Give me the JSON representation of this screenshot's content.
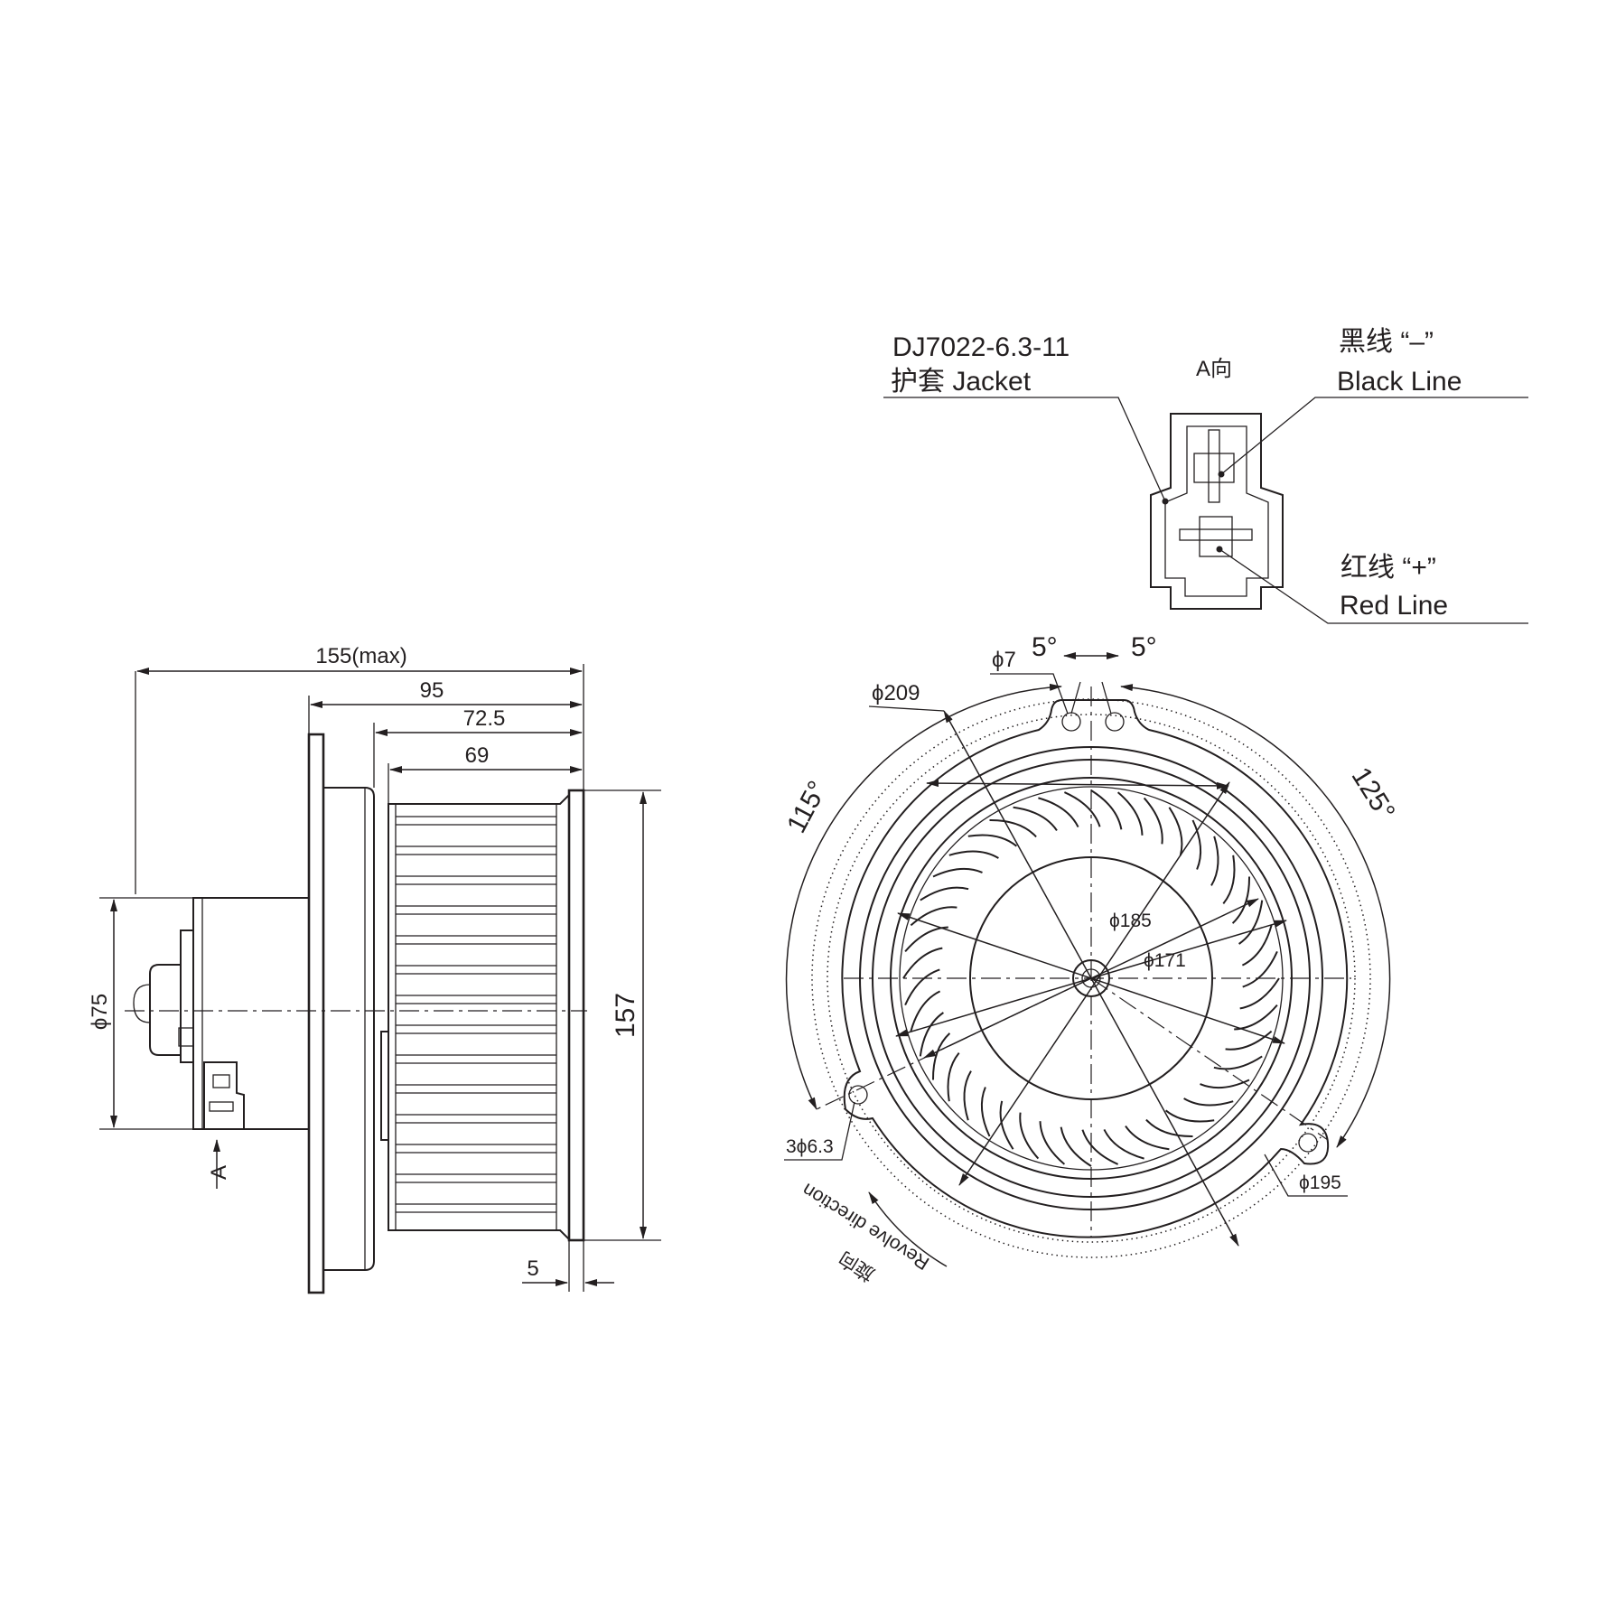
{
  "connector": {
    "part_number": "DJ7022-6.3-11",
    "jacket_label": "护套 Jacket",
    "view_label": "A向",
    "black_line_cn": "黑线 “–”",
    "black_line_en": "Black Line",
    "red_line_cn": "红线 “+”",
    "red_line_en": "Red Line"
  },
  "side_view": {
    "dim_overall": "155(max)",
    "dim_95": "95",
    "dim_72_5": "72.5",
    "dim_69": "69",
    "dim_height": "157",
    "dim_dia": "ϕ75",
    "dim_flange": "5",
    "view_arrow": "A"
  },
  "front_view": {
    "angle_left": "5°",
    "angle_right": "5°",
    "hole_dia": "ϕ7",
    "dia_209": "ϕ209",
    "dia_185": "ϕ185",
    "dia_171": "ϕ171",
    "dia_195": "ϕ195",
    "holes": "3ϕ6.3",
    "angle_115": "115°",
    "angle_125": "125°",
    "rotation_en": "Revolve direction",
    "rotation_cn": "旋向"
  }
}
